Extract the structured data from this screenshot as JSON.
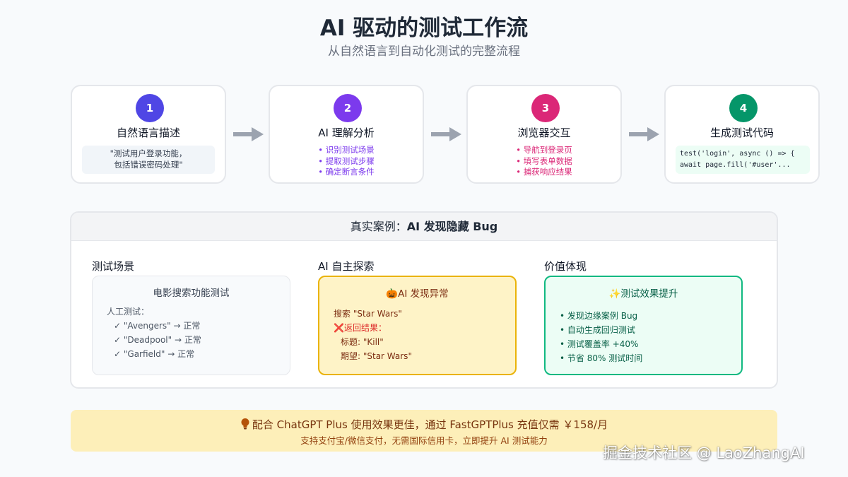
{
  "header": {
    "title": "AI 驱动的测试工作流",
    "subtitle": "从自然语言到自动化测试的完整流程"
  },
  "steps": [
    {
      "number": "1",
      "title": "自然语言描述",
      "color": "#4f46e5",
      "quote": [
        "\"测试用户登录功能，",
        "包括错误密码处理\""
      ]
    },
    {
      "number": "2",
      "title": "AI 理解分析",
      "color": "#7c3aed",
      "bullets": [
        "• 识别测试场景",
        "• 提取测试步骤",
        "• 确定断言条件"
      ],
      "bullet_color": "#7c3aed"
    },
    {
      "number": "3",
      "title": "浏览器交互",
      "color": "#db2777",
      "bullets": [
        "• 导航到登录页",
        "• 填写表单数据",
        "• 捕获响应结果"
      ],
      "bullet_color": "#db2777"
    },
    {
      "number": "4",
      "title": "生成测试代码",
      "color": "#059669",
      "code": [
        "test('login', async () => {",
        "await page.fill('#user'..."
      ]
    }
  ],
  "case_study": {
    "header_prefix": "真实案例：",
    "header_bold": "AI 发现隐藏 Bug",
    "scenario": {
      "label": "测试场景",
      "card_title": "电影搜索功能测试",
      "lines": [
        "人工测试：",
        "✓ \"Avengers\" → 正常",
        "✓ \"Deadpool\" → 正常",
        "✓ \"Garfield\" → 正常"
      ]
    },
    "ai_explore": {
      "label": "AI 自主探索",
      "card_icon": "🎃",
      "card_title": "AI 发现异常",
      "search_line": "搜索 \"Star Wars\"",
      "error_icon": "❌",
      "result_label": "返回结果：",
      "title_line": "标题: \"Kill\"",
      "expect_line": "期望: \"Star Wars\""
    },
    "value": {
      "label": "价值体现",
      "card_icon": "✨",
      "card_title": "测试效果提升",
      "lines": [
        "• 发现边缘案例 Bug",
        "• 自动生成回归测试",
        "• 测试覆盖率 +40%",
        "• 节省 80% 测试时间"
      ]
    }
  },
  "banner": {
    "icon": "lightbulb-icon",
    "main": "配合 ChatGPT Plus 使用效果更佳，通过 FastGPTPlus 充值仅需 ￥158/月",
    "sub": "支持支付宝/微信支付，无需国际信用卡，立即提升 AI 测试能力"
  },
  "watermark": "掘金技术社区 @ LaoZhangAI",
  "colors": {
    "arrow": "#9ca3af",
    "ai_card_text": "#7c2d12",
    "value_card_text": "#065f46",
    "error": "#dc2626"
  }
}
